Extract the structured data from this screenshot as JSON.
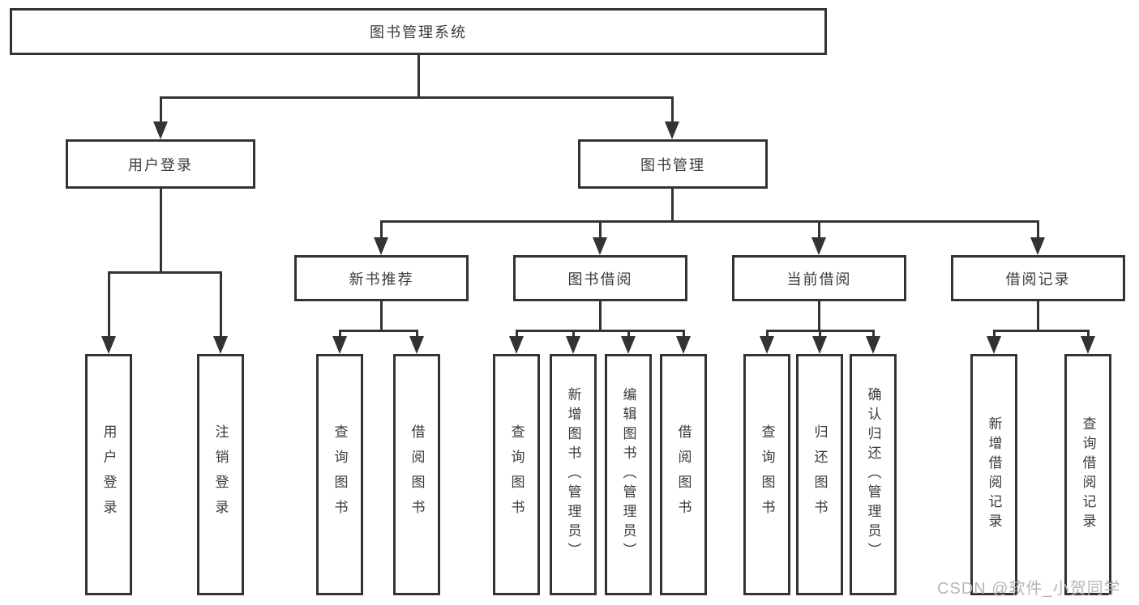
{
  "diagram": {
    "root": {
      "label": "图书管理系统"
    },
    "level2": [
      {
        "label": "用户登录"
      },
      {
        "label": "图书管理"
      }
    ],
    "level3": [
      {
        "label": "新书推荐"
      },
      {
        "label": "图书借阅"
      },
      {
        "label": "当前借阅"
      },
      {
        "label": "借阅记录"
      }
    ],
    "leaves": [
      {
        "label": "用户登录"
      },
      {
        "label": "注销登录"
      },
      {
        "label": "查询图书"
      },
      {
        "label": "借阅图书"
      },
      {
        "label": "查询图书"
      },
      {
        "label": "新增图书（管理员）"
      },
      {
        "label": "编辑图书（管理员）"
      },
      {
        "label": "借阅图书"
      },
      {
        "label": "查询图书"
      },
      {
        "label": "归还图书"
      },
      {
        "label": "确认归还（管理员）"
      },
      {
        "label": "新增借阅记录"
      },
      {
        "label": "查询借阅记录"
      }
    ]
  },
  "watermark": {
    "text": "CSDN @软件_小贺同学"
  },
  "colors": {
    "line": "#333333",
    "text": "#3b3b3b",
    "watermark": "#b6b6b6",
    "background": "#ffffff"
  }
}
